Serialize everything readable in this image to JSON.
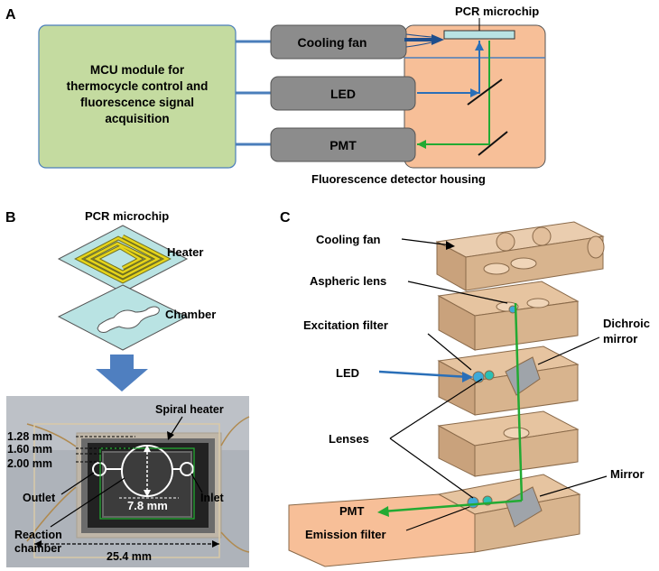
{
  "panels": {
    "a": "A",
    "b": "B",
    "c": "C"
  },
  "panel_a": {
    "mcu_lines": [
      "MCU module for",
      "thermocycle control and",
      "fluorescence signal",
      "acquisition"
    ],
    "cooling_fan": "Cooling fan",
    "led": "LED",
    "pmt": "PMT",
    "pcr_microchip": "PCR microchip",
    "housing": "Fluorescence detector housing"
  },
  "panel_b": {
    "title": "PCR microchip",
    "heater": "Heater",
    "chamber": "Chamber",
    "photo": {
      "spiral_heater": "Spiral heater",
      "d1": "1.28 mm",
      "d2": "1.60 mm",
      "d3": "2.00 mm",
      "outlet": "Outlet",
      "inlet": "Inlet",
      "inner": "7.8 mm",
      "reaction1": "Reaction",
      "reaction2": "chamber",
      "outer": "25.4 mm"
    }
  },
  "panel_c": {
    "cooling_fan": "Cooling fan",
    "aspheric_lens": "Aspheric lens",
    "excitation_filter": "Excitation filter",
    "dichroic1": "Dichroic",
    "dichroic2": "mirror",
    "led": "LED",
    "lenses": "Lenses",
    "mirror": "Mirror",
    "pmt": "PMT",
    "emission_filter": "Emission filter"
  },
  "colors": {
    "mcu_fill": "#c4dba0",
    "housing_fill": "#f7bf98",
    "gray_box": "#8c8c8c",
    "link_blue": "#4a7ebb",
    "beam_green": "#22aa33",
    "beam_blue": "#2a6fb8",
    "chip_cyan": "#b9e3e3",
    "heater_yellow": "#e6d41a",
    "arrow_blue": "#4f7fc0",
    "block_fill": "#e6c4a0",
    "block_edge": "#8a6a4a"
  }
}
